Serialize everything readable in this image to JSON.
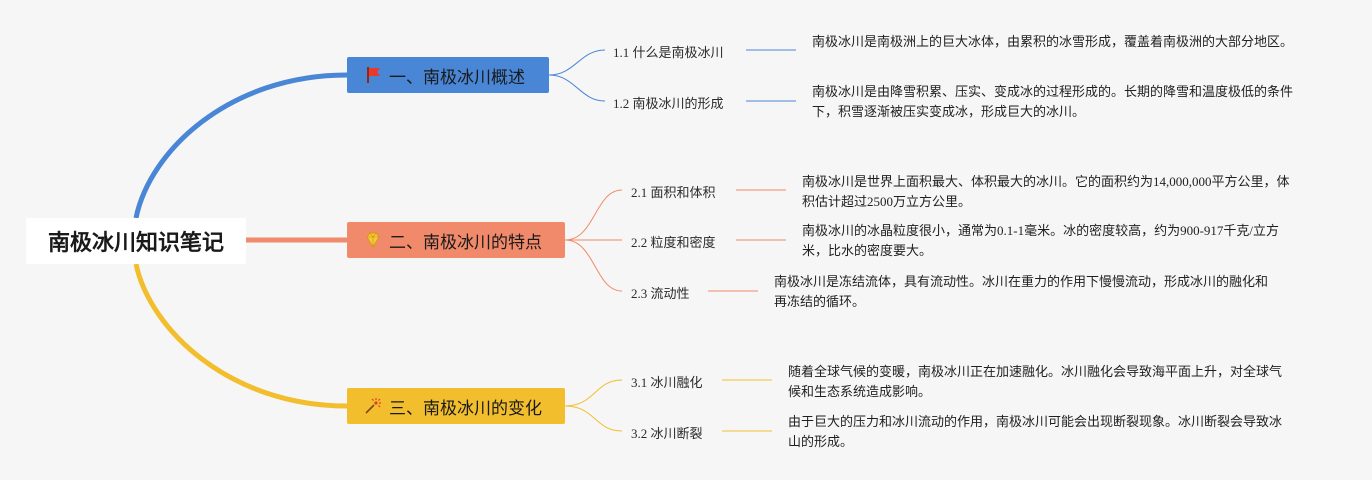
{
  "root": {
    "title": "南极冰川知识笔记"
  },
  "colors": {
    "b1": "#4a86d6",
    "b2": "#f08a6a",
    "b3": "#f2be2e"
  },
  "branches": [
    {
      "label": "一、南极冰川概述",
      "icon": "red-flag-icon",
      "children": [
        {
          "label": "1.1 什么是南极冰川",
          "desc": "南极冰川是南极洲上的巨大冰体，由累积的冰雪形成，覆盖着南极洲的大部分地区。"
        },
        {
          "label": "1.2 南极冰川的形成",
          "desc": "南极冰川是由降雪积累、压实、变成冰的过程形成的。长期的降雪和温度极低的条件下，积雪逐渐被压实变成冰，形成巨大的冰川。"
        }
      ]
    },
    {
      "label": "二、南极冰川的特点",
      "icon": "gem-icon",
      "children": [
        {
          "label": "2.1 面积和体积",
          "desc": "南极冰川是世界上面积最大、体积最大的冰川。它的面积约为14,000,000平方公里，体积估计超过2500万立方公里。"
        },
        {
          "label": "2.2 粒度和密度",
          "desc": "南极冰川的冰晶粒度很小，通常为0.1-1毫米。冰的密度较高，约为900-917千克/立方米，比水的密度要大。"
        },
        {
          "label": "2.3 流动性",
          "desc": "南极冰川是冻结流体，具有流动性。冰川在重力的作用下慢慢流动，形成冰川的融化和再冻结的循环。"
        }
      ]
    },
    {
      "label": "三、南极冰川的变化",
      "icon": "sparkler-icon",
      "children": [
        {
          "label": "3.1 冰川融化",
          "desc": "随着全球气候的变暖，南极冰川正在加速融化。冰川融化会导致海平面上升，对全球气候和生态系统造成影响。"
        },
        {
          "label": "3.2 冰川断裂",
          "desc": "由于巨大的压力和冰川流动的作用，南极冰川可能会出现断裂现象。冰川断裂会导致冰山的形成。"
        }
      ]
    }
  ]
}
